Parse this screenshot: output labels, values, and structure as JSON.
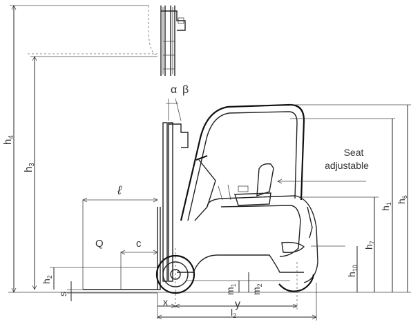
{
  "labels": {
    "h4": "h",
    "h4_sub": "4",
    "h3": "h",
    "h3_sub": "3",
    "h2": "h",
    "h2_sub": "2",
    "h1": "h",
    "h1_sub": "1",
    "h6": "h",
    "h6_sub": "6",
    "h7": "h",
    "h7_sub": "7",
    "h10": "h",
    "h10_sub": "10",
    "s": "s",
    "m1": "m",
    "m1_sub": "1",
    "m2": "m",
    "m2_sub": "2",
    "x": "x",
    "y": "y",
    "l2": "l",
    "l2_sub": "2",
    "ell": "ℓ",
    "Q": "Q",
    "c": "c",
    "alpha": "α",
    "beta": "β",
    "seat_line1": "Seat",
    "seat_line2": "adjustable"
  },
  "colors": {
    "line": "#222222",
    "text": "#333333",
    "background": "#ffffff"
  }
}
